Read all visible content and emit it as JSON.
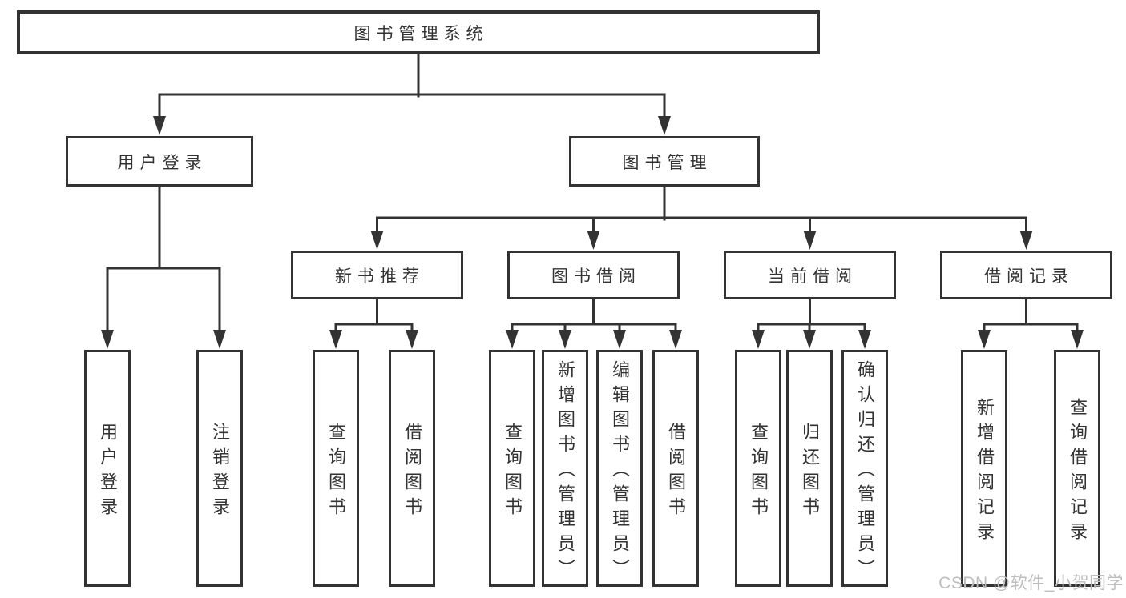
{
  "colors": {
    "line": "#333333",
    "box_border": "#333333",
    "box_fill": "#ffffff",
    "text": "#333333",
    "watermark": "#bdbdbd",
    "background": "#ffffff"
  },
  "tree": {
    "label": "图书管理系统",
    "children": [
      {
        "label": "用户登录",
        "children": [
          {
            "label": "用户登录"
          },
          {
            "label": "注销登录"
          }
        ]
      },
      {
        "label": "图书管理",
        "children": [
          {
            "label": "新书推荐",
            "children": [
              {
                "label": "查询图书"
              },
              {
                "label": "借阅图书"
              }
            ]
          },
          {
            "label": "图书借阅",
            "children": [
              {
                "label": "查询图书"
              },
              {
                "label": "新增图书（管理员）"
              },
              {
                "label": "编辑图书（管理员）"
              },
              {
                "label": "借阅图书"
              }
            ]
          },
          {
            "label": "当前借阅",
            "children": [
              {
                "label": "查询图书"
              },
              {
                "label": "归还图书"
              },
              {
                "label": "确认归还（管理员）"
              }
            ]
          },
          {
            "label": "借阅记录",
            "children": [
              {
                "label": "新增借阅记录"
              },
              {
                "label": "查询借阅记录"
              }
            ]
          }
        ]
      }
    ]
  },
  "watermark": {
    "text": "CSDN @软件_小贺同学"
  }
}
